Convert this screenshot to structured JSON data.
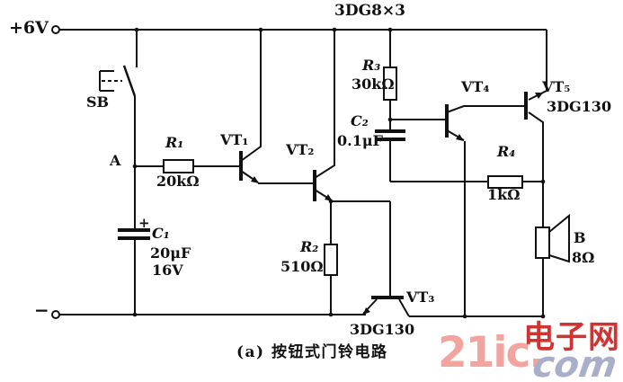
{
  "diagram": {
    "top_device_label": "3DG8×3",
    "caption": "(a) 按钮式门铃电路",
    "power_positive": "+6V",
    "power_negative": "−",
    "switch_label": "SB",
    "node_label": "A"
  },
  "components": {
    "r1_name": "R₁",
    "r1_value": "20kΩ",
    "c1_name": "C₁",
    "c1_plus": "+",
    "c1_value": "20μF",
    "c1_voltage": "16V",
    "r2_name": "R₂",
    "r2_value": "510Ω",
    "r3_name": "R₃",
    "r3_value": "30kΩ",
    "c2_name": "C₂",
    "c2_value": "0.1μF",
    "r4_name": "R₄",
    "r4_value": "1kΩ",
    "vt1_name": "VT₁",
    "vt2_name": "VT₂",
    "vt3_name": "VT₃",
    "vt3_part": "3DG130",
    "vt4_name": "VT₄",
    "vt5_name": "VT₅",
    "vt5_part": "3DG130",
    "speaker_name": "B",
    "speaker_value": "8Ω"
  },
  "watermark": {
    "brand": "21ic.",
    "site_cn": "电子网",
    "domain": "com"
  },
  "colors": {
    "line": "#111111",
    "watermark_pink": "#f2a49e",
    "watermark_red": "#cf3332",
    "watermark_blue": "#a9aec9"
  }
}
